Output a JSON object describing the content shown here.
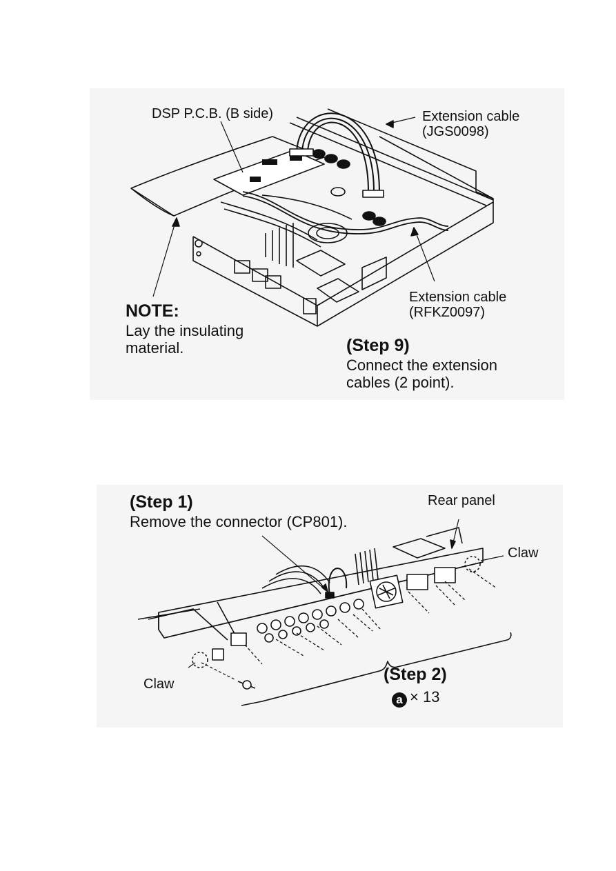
{
  "figure1": {
    "dsp_pcb_label": "DSP P.C.B. (B side)",
    "ext_cable_top_1": "Extension cable",
    "ext_cable_top_2": "(JGS0098)",
    "ext_cable_bottom_1": "Extension cable",
    "ext_cable_bottom_2": "(RFKZ0097)",
    "note_title": "NOTE:",
    "note_line1": "Lay the insulating",
    "note_line2": "material.",
    "step9_title": "(Step 9)",
    "step9_line1": "Connect the extension",
    "step9_line2": "cables (2 point)."
  },
  "figure2": {
    "step1_title": "(Step 1)",
    "step1_text": "Remove the connector (CP801).",
    "rear_panel_label": "Rear panel",
    "claw_right": "Claw",
    "claw_left": "Claw",
    "step2_title": "(Step 2)",
    "screw_symbol": "a",
    "screw_count": "× 13"
  }
}
